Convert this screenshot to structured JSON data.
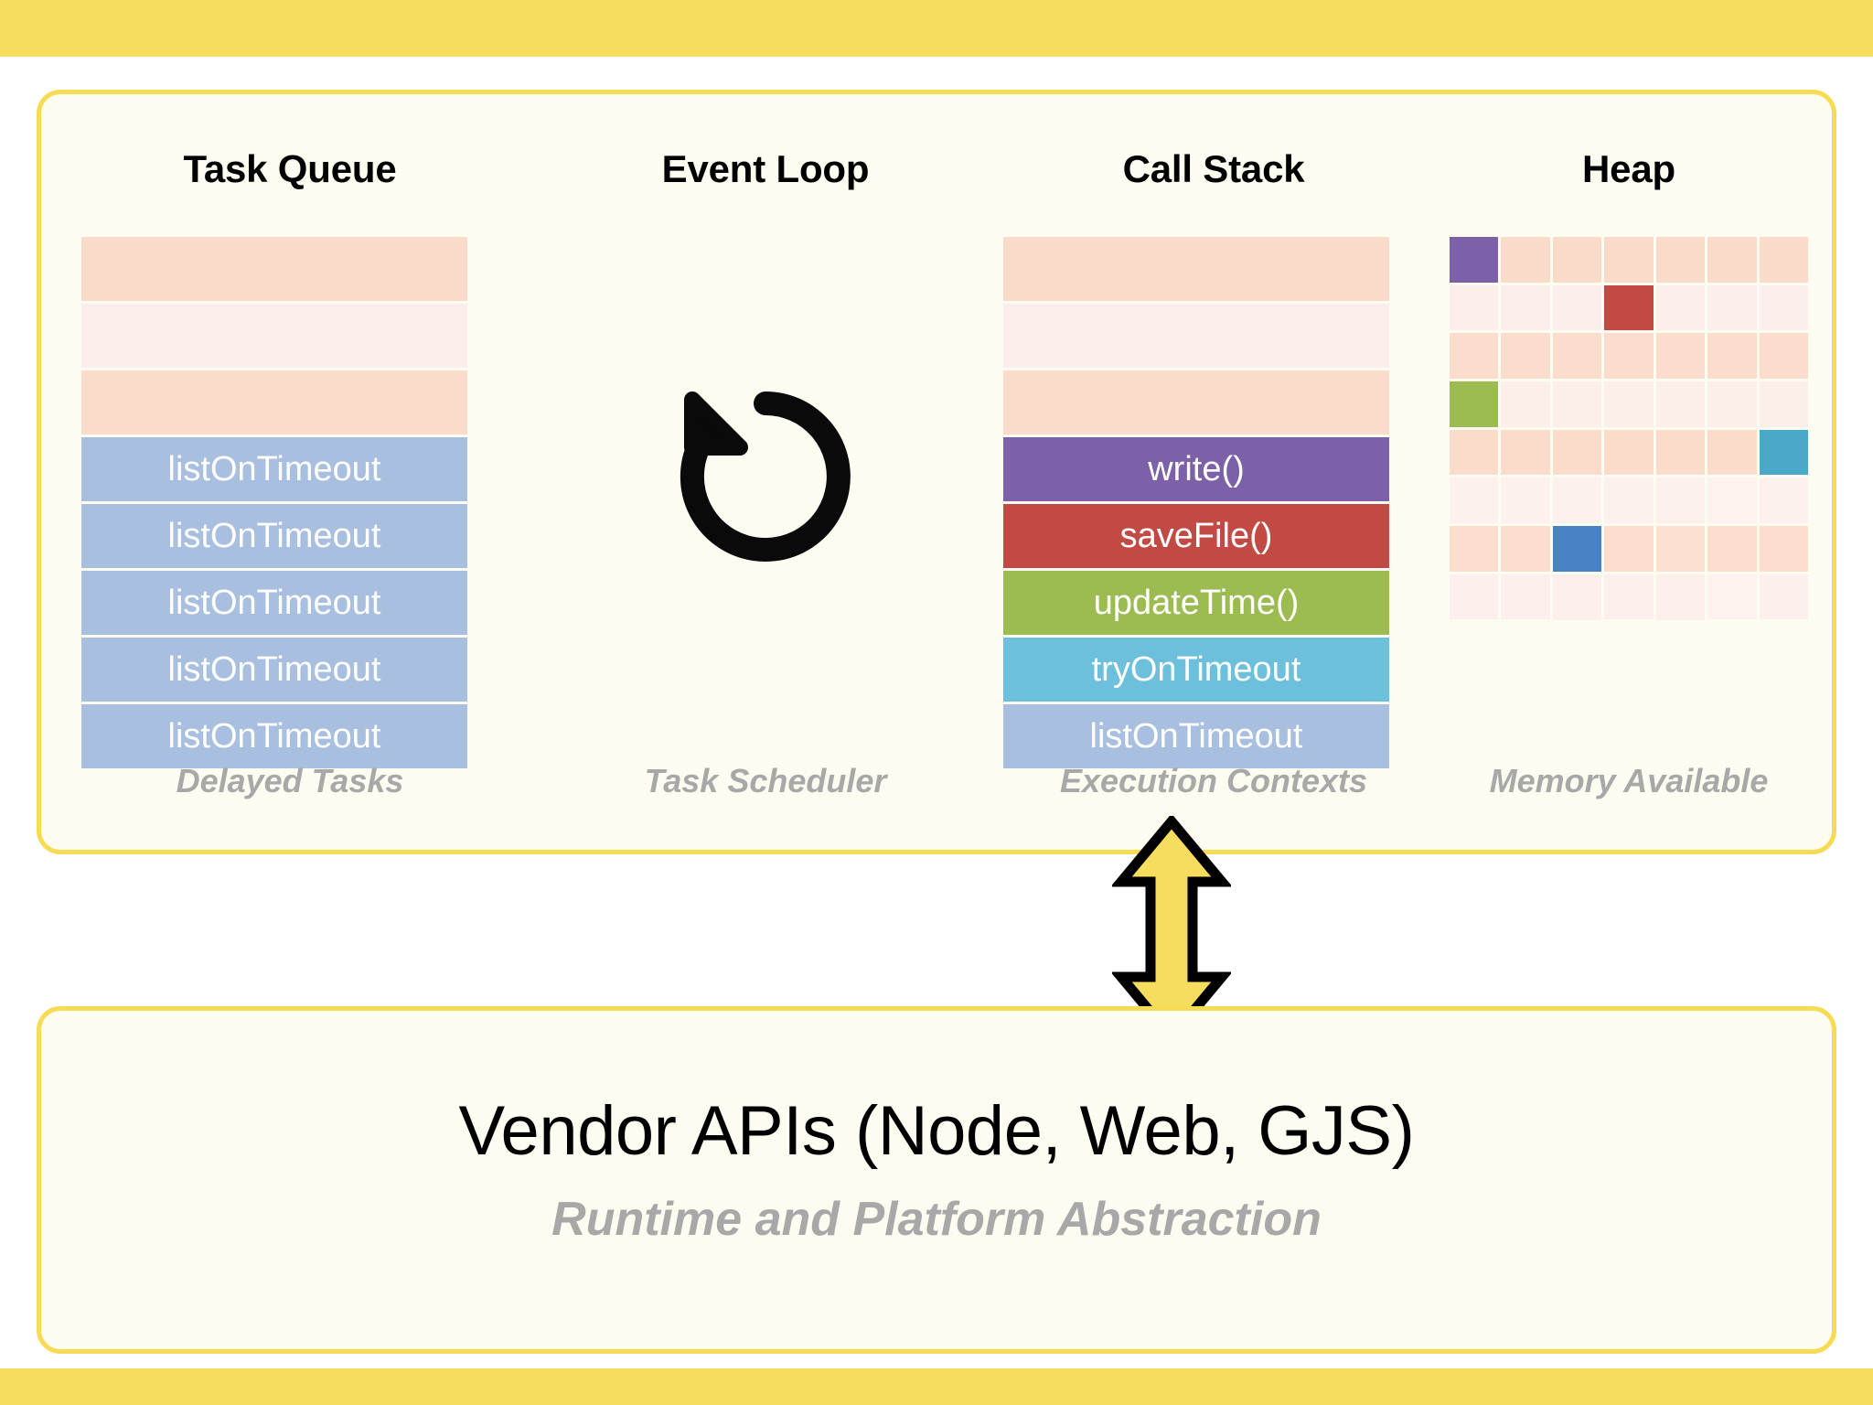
{
  "theme": {
    "band_yellow": "#f7dd5e",
    "panel_border": "#f8db54",
    "panel_bg": "#fcfcf0",
    "caption_gray": "#a8a8a8",
    "bar_blue": "#a8bfdf",
    "bar_purple": "#7c60a8",
    "bar_red": "#c24a44",
    "bar_green": "#9cbc52",
    "bar_cyan": "#57b6d4",
    "bar_steelblue": "#4682c4",
    "empty_dark": "#fadac9",
    "empty_light": "#fceeea",
    "empty_mid": "#fbe0d2"
  },
  "runtime_panel": {
    "columns": [
      {
        "id": "task-queue",
        "title": "Task Queue",
        "caption": "Delayed Tasks",
        "items": [
          {
            "label": "",
            "color": "#fadac9",
            "filled": false
          },
          {
            "label": "",
            "color": "#fceeea",
            "filled": false
          },
          {
            "label": "",
            "color": "#fbdccb",
            "filled": false
          },
          {
            "label": "listOnTimeout",
            "color": "#a8bfdf",
            "filled": true
          },
          {
            "label": "listOnTimeout",
            "color": "#a8bfdf",
            "filled": true
          },
          {
            "label": "listOnTimeout",
            "color": "#a8bfdf",
            "filled": true
          },
          {
            "label": "listOnTimeout",
            "color": "#a8bfdf",
            "filled": true
          },
          {
            "label": "listOnTimeout",
            "color": "#a8bfdf",
            "filled": true
          }
        ]
      },
      {
        "id": "event-loop",
        "title": "Event Loop",
        "caption": "Task Scheduler",
        "icon": "rotate-counterclockwise-icon",
        "items": []
      },
      {
        "id": "call-stack",
        "title": "Call Stack",
        "caption": "Execution Contexts",
        "items": [
          {
            "label": "",
            "color": "#fadac9",
            "filled": false
          },
          {
            "label": "",
            "color": "#fceeea",
            "filled": false
          },
          {
            "label": "",
            "color": "#fbdccb",
            "filled": false
          },
          {
            "label": "write()",
            "color": "#7c60a8",
            "filled": true
          },
          {
            "label": "saveFile()",
            "color": "#c24a44",
            "filled": true
          },
          {
            "label": "updateTime()",
            "color": "#9cbc52",
            "filled": true
          },
          {
            "label": "tryOnTimeout",
            "color": "#6cc0dc",
            "filled": true
          },
          {
            "label": "listOnTimeout",
            "color": "#a8bfdf",
            "filled": true
          }
        ]
      },
      {
        "id": "heap",
        "title": "Heap",
        "caption": "Memory Available",
        "grid": {
          "rows": 8,
          "cols": 7,
          "cells": [
            "#7c60a8",
            "#fadac9",
            "#fadac9",
            "#fadac9",
            "#fadac9",
            "#fadac9",
            "#fadac9",
            "#fcefeb",
            "#fcefeb",
            "#fcefeb",
            "#c24a44",
            "#fcefeb",
            "#fcefeb",
            "#fcefeb",
            "#fbddcd",
            "#fbddcd",
            "#fbddcd",
            "#fbddcd",
            "#fbddcd",
            "#fbddcd",
            "#fbddcd",
            "#9cbc52",
            "#fcefea",
            "#fcefea",
            "#fcefea",
            "#fcefea",
            "#fcefea",
            "#fcefea",
            "#fbdccb",
            "#fbdccb",
            "#fbdccb",
            "#fbdccb",
            "#fbdccb",
            "#fbdccb",
            "#4aa8c8",
            "#fdf1ed",
            "#fdf1ed",
            "#fdf1ed",
            "#fdf1ed",
            "#fdf1ed",
            "#fdf2ee",
            "#fdf1ed",
            "#fbdecd",
            "#fbdecd",
            "#4682c4",
            "#fbdecd",
            "#fce1d2",
            "#fbdecd",
            "#fbdecd",
            "#fdf0ec",
            "#fdf0ec",
            "#fdf0ec",
            "#fdf0ec",
            "#fdf0ec",
            "#fdf2ee",
            "#fdf0ec"
          ]
        }
      }
    ]
  },
  "connector": {
    "icon": "double-headed-vertical-arrow-icon",
    "fill": "#f7dd5e",
    "stroke": "#000000"
  },
  "vendor_panel": {
    "title": "Vendor APIs (Node, Web, GJS)",
    "subtitle": "Runtime and Platform Abstraction"
  }
}
